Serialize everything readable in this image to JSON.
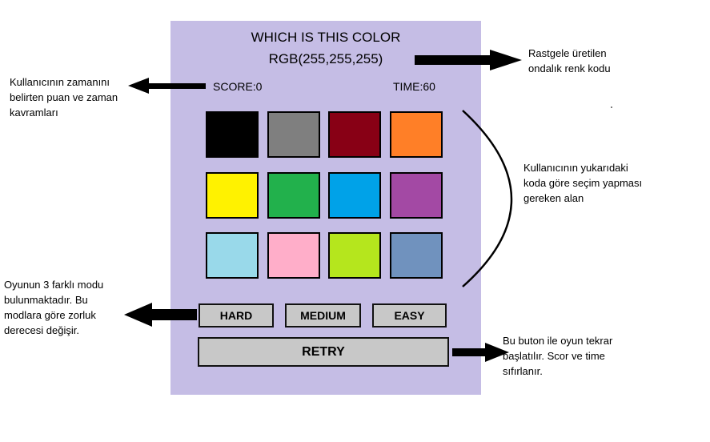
{
  "game": {
    "title": "WHICH IS THIS COLOR",
    "rgb_code": "RGB(255,255,255)",
    "score_label": "SCORE:0",
    "time_label": "TIME:60",
    "swatches": [
      {
        "color": "#000000"
      },
      {
        "color": "#7f7f7f"
      },
      {
        "color": "#880015"
      },
      {
        "color": "#ff7f27"
      },
      {
        "color": "#fff200"
      },
      {
        "color": "#22b14c"
      },
      {
        "color": "#00a2e8"
      },
      {
        "color": "#a349a4"
      },
      {
        "color": "#99d9ea"
      },
      {
        "color": "#ffaec9"
      },
      {
        "color": "#b5e61d"
      },
      {
        "color": "#7092be"
      }
    ],
    "modes": {
      "hard": "HARD",
      "medium": "MEDIUM",
      "easy": "EASY"
    },
    "retry_label": "RETRY"
  },
  "annotations": {
    "rgb": [
      "Rastgele üretilen",
      "ondalık renk kodu"
    ],
    "score_time": [
      "Kullanıcının zamanını",
      "belirten puan ve zaman",
      "kavramları"
    ],
    "grid": [
      "Kullanıcının  yukarıdaki",
      "koda göre seçim yapması",
      "gereken alan"
    ],
    "modes": [
      "Oyunun 3 farklı modu",
      "bulunmaktadır. Bu",
      "modlara göre zorluk",
      "derecesi değişir."
    ],
    "retry": [
      "Bu buton ile oyun tekrar",
      "başlatılır. Scor ve time",
      "sıfırlanır."
    ]
  },
  "colors": {
    "panel_bg": "#c5bde5",
    "button_bg": "#c8c8c8"
  }
}
